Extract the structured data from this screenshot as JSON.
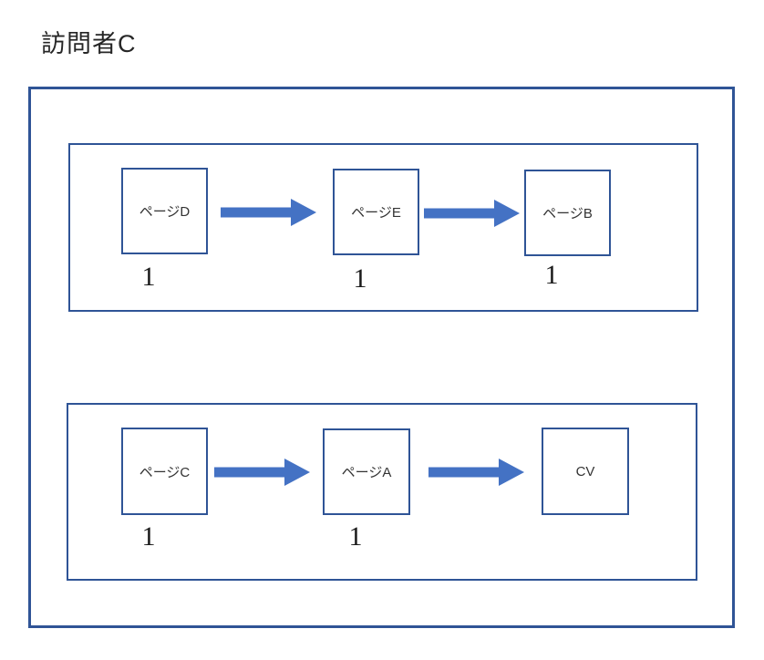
{
  "title": "訪問者C",
  "colors": {
    "frame": "#2F5496",
    "arrow": "#4472C4",
    "text": "#333333"
  },
  "rows": [
    {
      "steps": [
        {
          "label": "ページD",
          "count": "1"
        },
        {
          "label": "ページE",
          "count": "1"
        },
        {
          "label": "ページB",
          "count": "1"
        }
      ]
    },
    {
      "steps": [
        {
          "label": "ページC",
          "count": "1"
        },
        {
          "label": "ページA",
          "count": "1"
        },
        {
          "label": "CV"
        }
      ]
    }
  ]
}
